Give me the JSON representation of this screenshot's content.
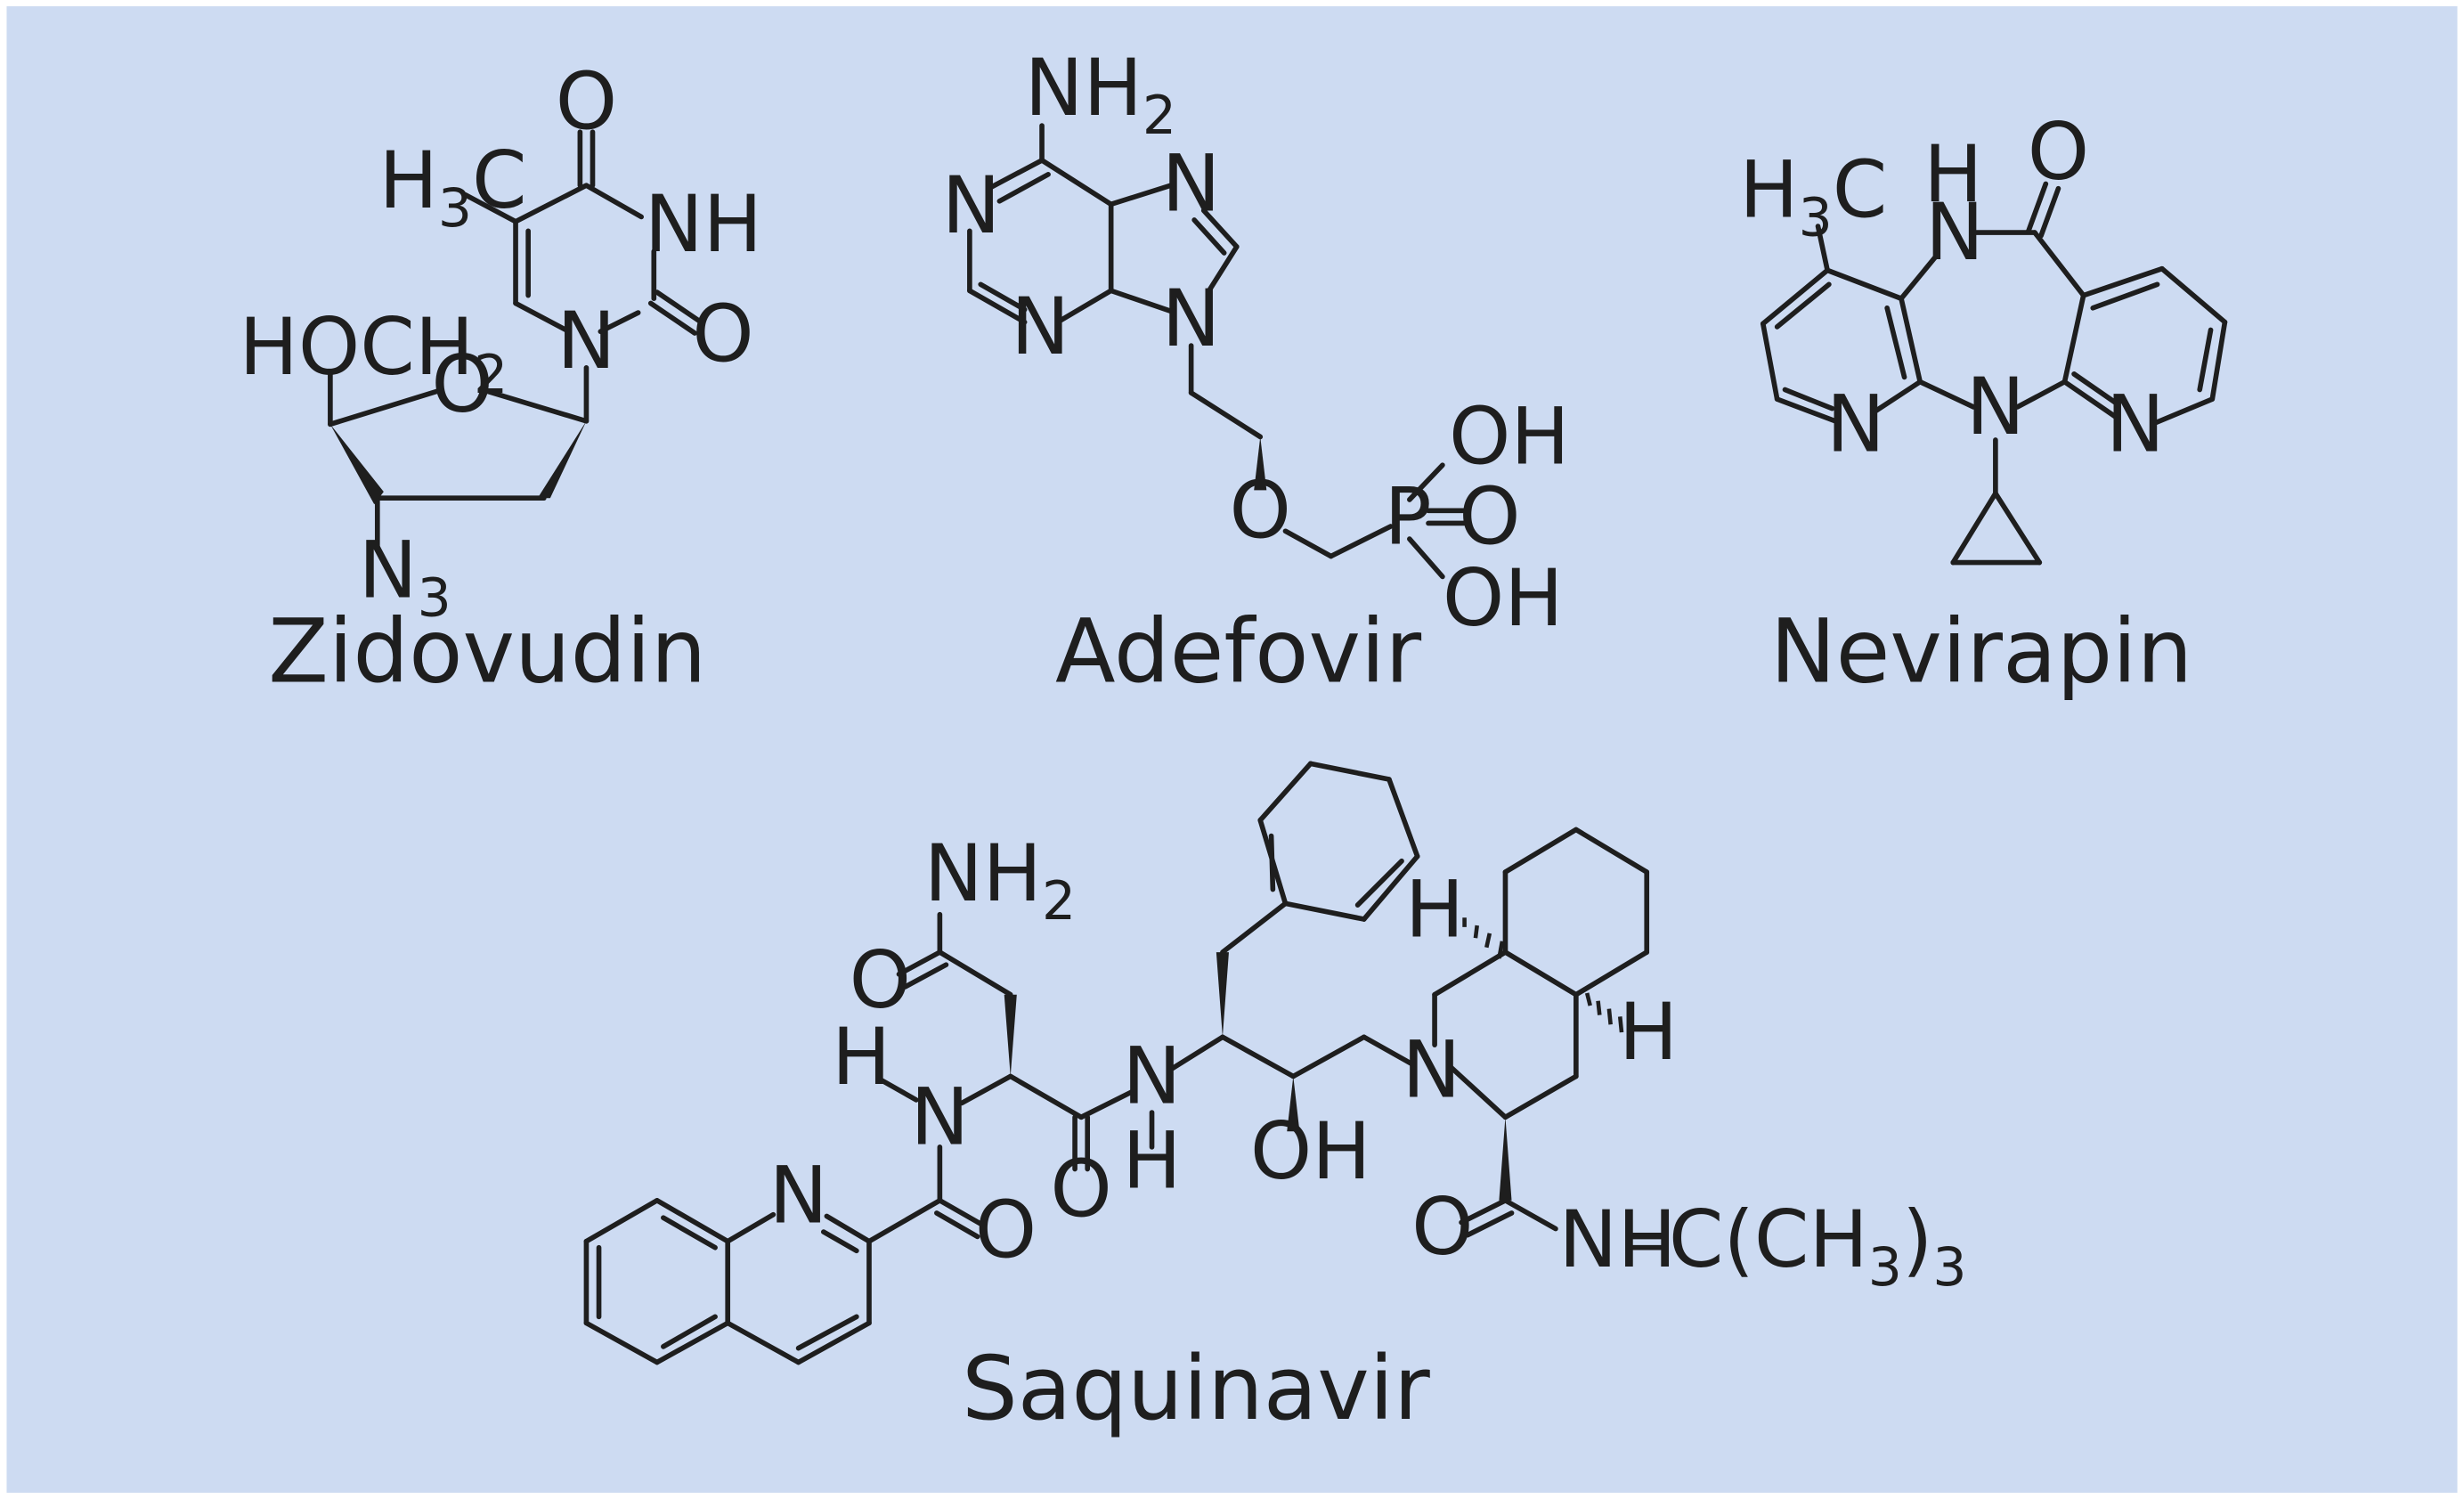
{
  "colors": {
    "background": "#cddbf2",
    "ink": "#1e1e1e"
  },
  "compounds": [
    {
      "name": "Zidovudin"
    },
    {
      "name": "Adefovir"
    },
    {
      "name": "Nevirapin"
    },
    {
      "name": "Saquinavir"
    }
  ]
}
